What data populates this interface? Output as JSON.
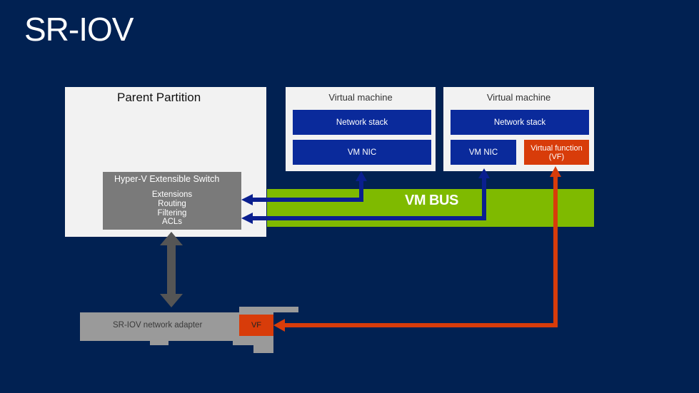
{
  "title": "SR-IOV",
  "parent_partition": {
    "label": "Parent Partition",
    "switch": {
      "title": "Hyper-V Extensible Switch",
      "items": [
        "Extensions",
        "Routing",
        "Filtering",
        "ACLs"
      ]
    }
  },
  "virtual_machines": [
    {
      "label": "Virtual machine",
      "network_stack": "Network stack",
      "nic": "VM NIC"
    },
    {
      "label": "Virtual machine",
      "network_stack": "Network stack",
      "nic": "VM NIC",
      "vf": "Virtual function (VF)"
    }
  ],
  "vm_bus": {
    "label": "VM BUS"
  },
  "adapter": {
    "label": "SR-IOV network adapter",
    "vf": "VF"
  },
  "colors": {
    "background": "#012152",
    "box": "#f2f2f2",
    "blue": "#0a2a9b",
    "orange": "#d83c0a",
    "green": "#7fba00",
    "gray": "#7a7a7a",
    "adapter_gray": "#9a9a9a",
    "arrow_blue": "#0a1f8f",
    "arrow_gray": "#555555"
  }
}
